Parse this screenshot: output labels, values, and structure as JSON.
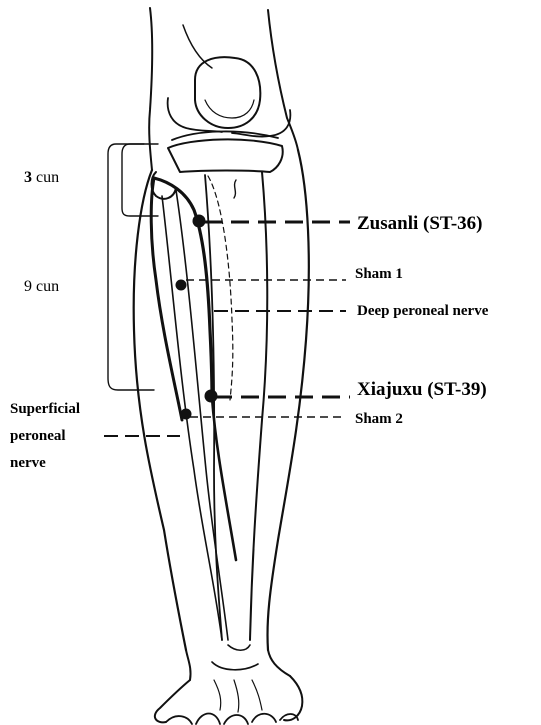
{
  "figure": {
    "measure_3cun": {
      "num": "3",
      "unit": "cun"
    },
    "measure_9cun": "9 cun",
    "points": [
      {
        "label": "Zusanli (ST-36)",
        "emphasis": true
      },
      {
        "label": "Sham 1",
        "emphasis": false
      },
      {
        "label": "Xiajuxu (ST-39)",
        "emphasis": true
      },
      {
        "label": "Sham 2",
        "emphasis": false
      }
    ],
    "nerves": {
      "deep": "Deep peroneal nerve",
      "superficial_lines": [
        "Superficial",
        "peroneal",
        "nerve"
      ]
    }
  },
  "colors": {
    "ink": "#111111",
    "background": "#ffffff"
  }
}
